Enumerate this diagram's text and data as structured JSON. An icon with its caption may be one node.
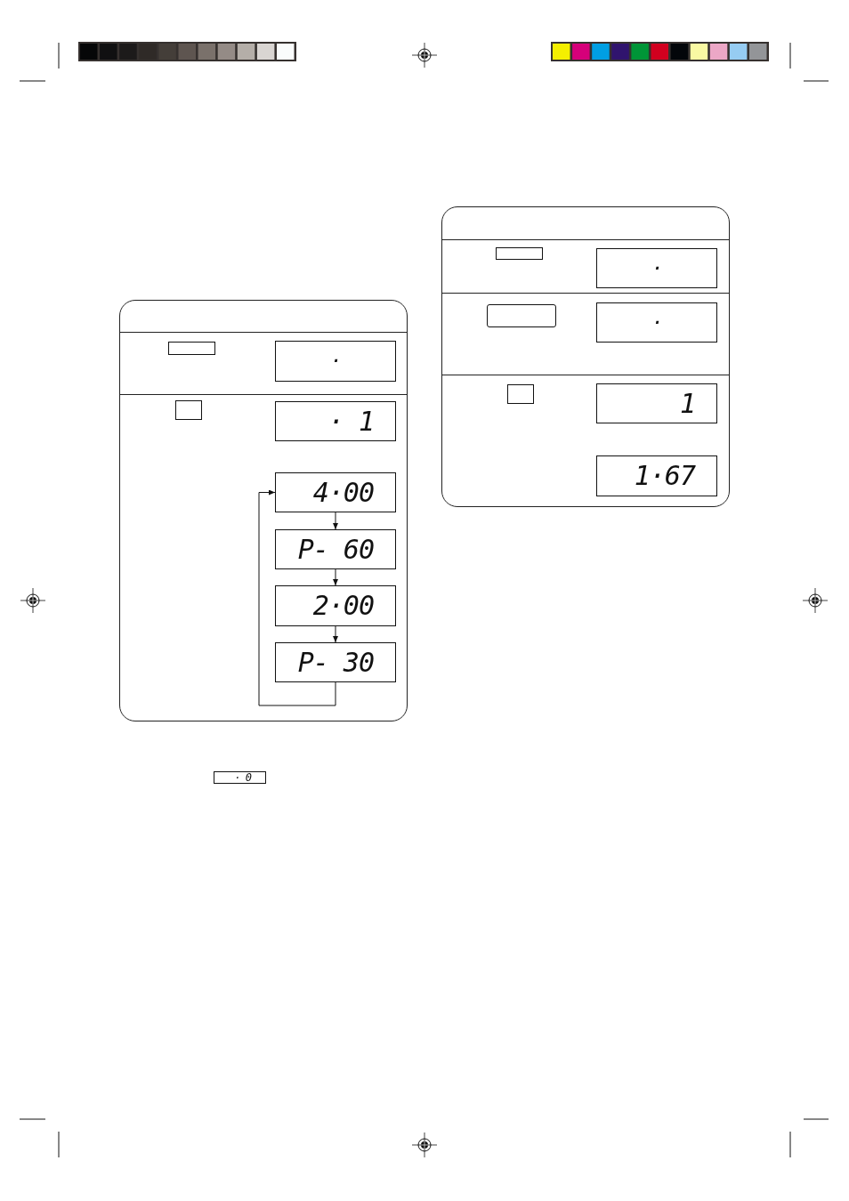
{
  "diagram": {
    "nodes": [
      {
        "text": [],
        "shape": "box"
      },
      {
        "text": [],
        "shape": "box",
        "in": 0
      },
      {
        "text": [
          "·"
        ],
        "in": 0
      },
      {
        "text": [],
        "shape": "box",
        "in": 0
      },
      {
        "text": [
          "· 1"
        ],
        "in": 0
      },
      {
        "text": [
          "4·00"
        ],
        "in": 0
      },
      {
        "text": [
          "P- 60"
        ],
        "in": 0
      },
      {
        "text": [
          "2·00"
        ],
        "in": 0
      },
      {
        "text": [
          "P- 30"
        ],
        "in": 0
      },
      {
        "text": [
          "· 0"
        ]
      },
      {
        "text": [],
        "shape": "box"
      },
      {
        "text": [],
        "shape": "box",
        "in": 10
      },
      {
        "text": [
          "·"
        ],
        "in": 10
      },
      {
        "text": [],
        "shape": "box",
        "in": 10
      },
      {
        "text": [
          "·"
        ],
        "in": 10
      },
      {
        "text": [],
        "shape": "box",
        "in": 10
      },
      {
        "text": [
          "1"
        ],
        "in": 10
      },
      {
        "text": [
          "1·67"
        ],
        "in": 10
      }
    ],
    "edges": [
      {
        "from": 5,
        "to": 6,
        "arrow": "to"
      },
      {
        "from": 6,
        "to": 7,
        "arrow": "to"
      },
      {
        "from": 7,
        "to": 8,
        "arrow": "to"
      },
      {
        "from": 8,
        "to": 5,
        "arrow": "to"
      }
    ]
  }
}
